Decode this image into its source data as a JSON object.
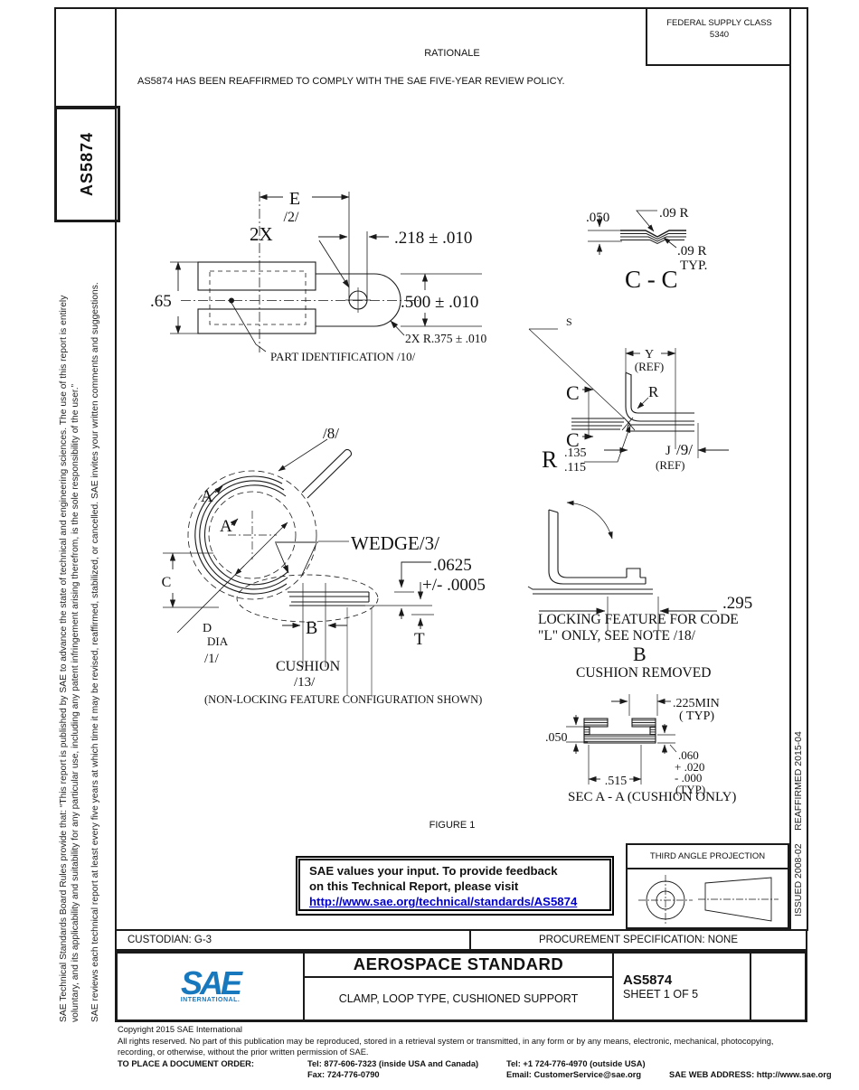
{
  "header": {
    "federal_supply_class_line1": "FEDERAL SUPPLY CLASS",
    "federal_supply_class_line2": "5340",
    "rationale_title": "RATIONALE",
    "rationale_text": "AS5874 HAS BEEN REAFFIRMED TO COMPLY WITH THE SAE FIVE-YEAR REVIEW POLICY."
  },
  "left_sidebar": {
    "doc_number_vertical": "AS5874",
    "disclaimer_p1_l1": "SAE Technical Standards Board Rules provide that: “This report is published by SAE to advance the state of technical and engineering sciences. The use of this report is entirely",
    "disclaimer_p1_l2": "voluntary, and its applicability and suitability for any particular use, including any patent infringement arising therefrom, is the sole responsibility of the user.”",
    "disclaimer_p2": "SAE reviews each technical report at least every five years at which time it may be revised, reaffirmed, stabilized, or cancelled. SAE invites your written comments and suggestions."
  },
  "right_sidebar": {
    "issued": "ISSUED 2008-02",
    "reaffirmed": "REAFFIRMED 2015-04"
  },
  "figure": {
    "caption": "FIGURE 1",
    "top_view": {
      "dim_e": "E",
      "dim_e_note": "/2/",
      "qty_2x": "2X",
      "dim_218": ".218 ± .010",
      "dim_65": ".65",
      "dim_500": ".500 ± .010",
      "dim_r375": "2X R.375 ± .010",
      "part_id": "PART IDENTIFICATION  /10/"
    },
    "section_cc": {
      "dim_050": ".050",
      "dim_09r_top": ".09 R",
      "dim_09r_bot": ".09 R",
      "typ": "TYP.",
      "label": "C - C"
    },
    "end_detail": {
      "s_label": "S",
      "dim_y": "Y",
      "dim_y_ref": "(REF)",
      "r_label": "R",
      "c_label_1": "C",
      "c_label_2": "C",
      "r_big": "R",
      "dim_135": ".135",
      "dim_115": ".115",
      "dim_j": "J",
      "dim_j_note": "/9/",
      "dim_j_ref": "(REF)"
    },
    "main_view": {
      "note_8": "/8/",
      "a_label_1": "A",
      "a_label_2": "A",
      "wedge": "WEDGE/3/",
      "dim_c": "C",
      "d_label": "D",
      "dia_label": "DIA",
      "note_1": "/1/",
      "dim_b": "B",
      "cushion": "CUSHION",
      "note_13": "/13/",
      "dim_0625": ".0625",
      "dim_0005": "+/- .0005",
      "dim_t": "T",
      "caption": "(NON-LOCKING FEATURE CONFIGURATION SHOWN)"
    },
    "locking_view": {
      "dim_295": ".295",
      "caption_l1": "LOCKING FEATURE FOR CODE",
      "caption_l2": "\"L\" ONLY, SEE NOTE /18/",
      "b_label": "B",
      "caption_l3": "CUSHION REMOVED"
    },
    "section_aa": {
      "dim_225": ".225MIN",
      "dim_225_typ": "( TYP)",
      "dim_050": ".050",
      "dim_060": ".060",
      "dim_060_plus": "+ .020",
      "dim_060_minus": "- .000",
      "dim_060_typ": "(TYP)",
      "dim_515": ".515",
      "caption": "SEC A - A (CUSHION ONLY)"
    }
  },
  "feedback_box": {
    "line1": "SAE values your input. To provide feedback",
    "line2": "on this Technical Report, please visit",
    "link": "http://www.sae.org/technical/standards/AS5874"
  },
  "projection": {
    "label": "THIRD ANGLE PROJECTION"
  },
  "title_block": {
    "custodian": "CUSTODIAN: G-3",
    "procurement": "PROCUREMENT SPECIFICATION: NONE",
    "logo_text": "SAE",
    "logo_sub": "INTERNATIONAL.",
    "doc_type": "AEROSPACE STANDARD",
    "doc_title": "CLAMP, LOOP TYPE, CUSHIONED SUPPORT",
    "doc_number": "AS5874",
    "sheet": "SHEET 1 OF 5"
  },
  "footer": {
    "copyright": "Copyright 2015 SAE International",
    "rights_l1": "All rights reserved. No part of this publication may be reproduced, stored in a retrieval system or transmitted, in any form or by any means, electronic, mechanical, photocopying,",
    "rights_l2": "recording, or otherwise, without the prior written permission of SAE.",
    "order_label": "TO PLACE A DOCUMENT ORDER:",
    "tel_inside": "Tel: 877-606-7323 (inside USA and Canada)",
    "tel_outside": "Tel: +1 724-776-4970 (outside USA)",
    "fax": "Fax: 724-776-0790",
    "email": "Email: CustomerService@sae.org",
    "web": "SAE WEB ADDRESS: http://www.sae.org"
  },
  "colors": {
    "line": "#1a1a1a",
    "sae_blue": "#1878be",
    "link_blue": "#0000cc"
  }
}
